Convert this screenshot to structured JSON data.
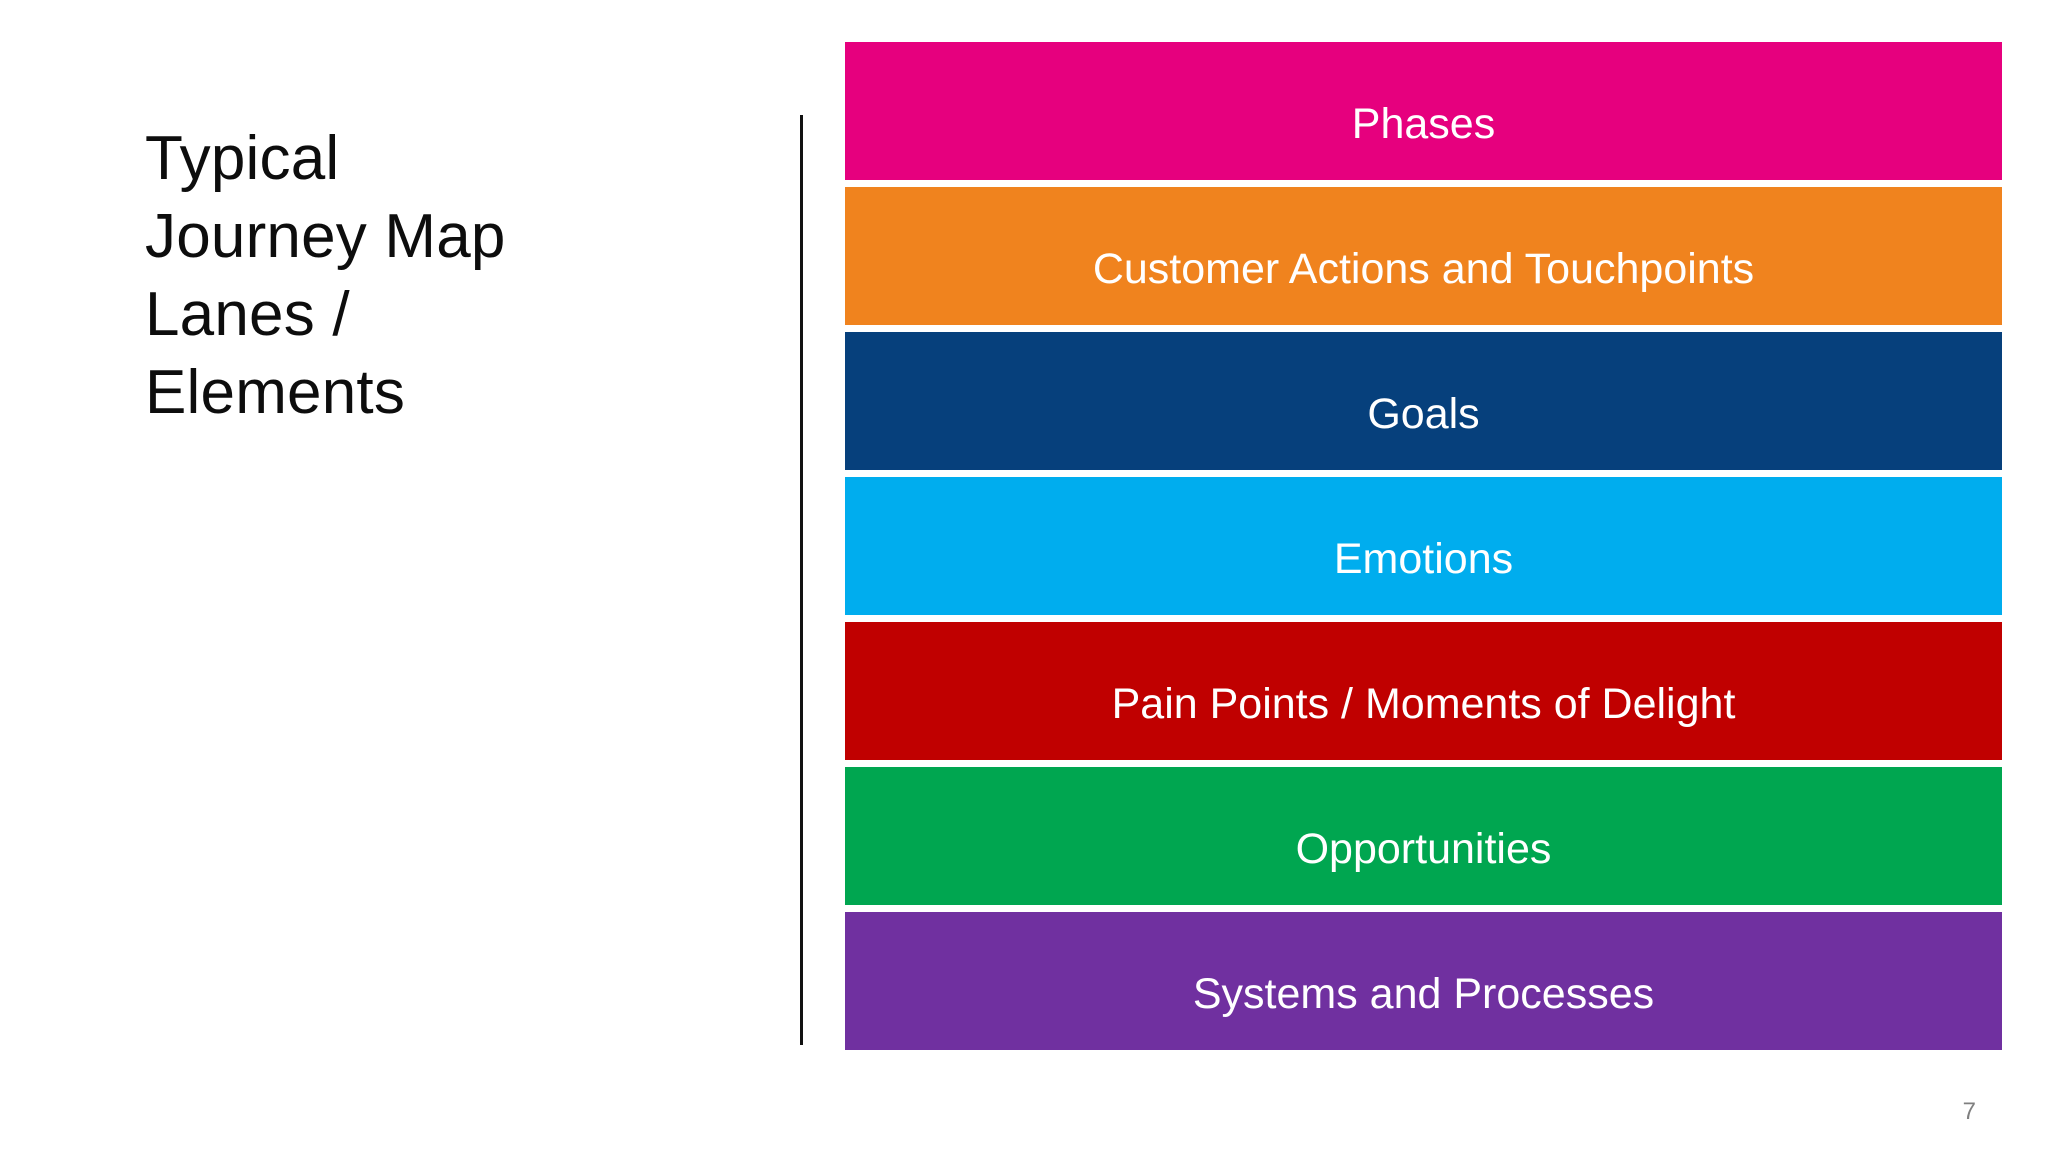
{
  "slide": {
    "title": "Typical\nJourney Map\nLanes /\nElements",
    "number": "7",
    "background_color": "#FFFFFF",
    "title_color": "#0D0D0D",
    "divider_color": "#111111"
  },
  "lanes": [
    {
      "label": "Phases",
      "color": "#E6007E",
      "text_color": "#FFFFFF"
    },
    {
      "label": "Customer Actions and Touchpoints",
      "color": "#F0831E",
      "text_color": "#FFFFFF"
    },
    {
      "label": "Goals",
      "color": "#06407C",
      "text_color": "#FFFFFF"
    },
    {
      "label": "Emotions",
      "color": "#00ADEE",
      "text_color": "#FFFFFF"
    },
    {
      "label": "Pain Points / Moments of Delight",
      "color": "#C00000",
      "text_color": "#FFFFFF"
    },
    {
      "label": "Opportunities",
      "color": "#00A650",
      "text_color": "#FFFFFF"
    },
    {
      "label": "Systems and Processes",
      "color": "#7030A0",
      "text_color": "#FFFFFF"
    }
  ]
}
